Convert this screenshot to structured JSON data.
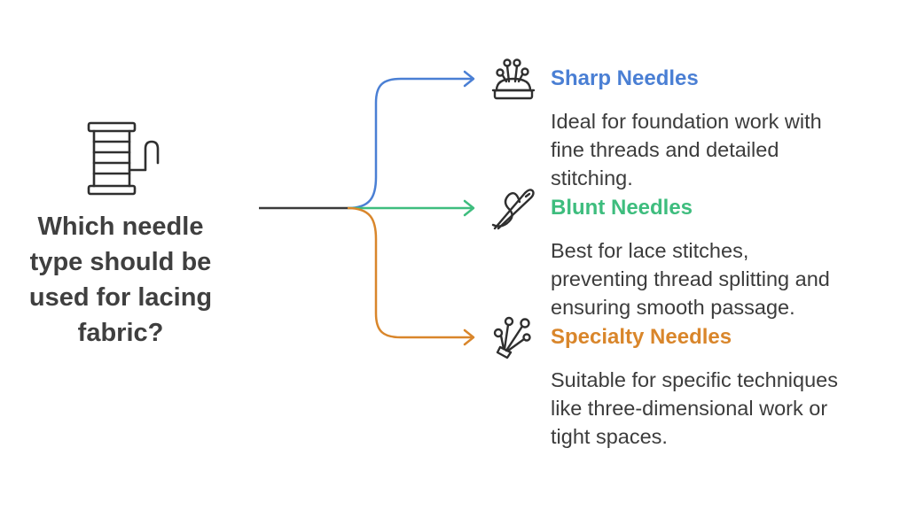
{
  "question": "Which needle\ntype should be\nused for lacing\nfabric?",
  "question_icon": "thread-spool-icon",
  "options": [
    {
      "title": "Sharp Needles",
      "description": "Ideal for foundation work with\nfine threads and detailed\nstitching.",
      "color": "#4a7fd4",
      "icon": "pincushion-icon"
    },
    {
      "title": "Blunt Needles",
      "description": "Best for lace stitches,\npreventing thread splitting and\nensuring smooth passage.",
      "color": "#3ebd7e",
      "icon": "needle-and-thread-icon"
    },
    {
      "title": "Specialty Needles",
      "description": "Suitable for specific techniques\nlike three-dimensional work or\ntight spaces.",
      "color": "#d9862b",
      "icon": "pins-bundle-icon"
    }
  ],
  "colors": {
    "trunk": "#3a3a3a",
    "text": "#3c3c3c",
    "icon_stroke": "#2f2f2f"
  }
}
